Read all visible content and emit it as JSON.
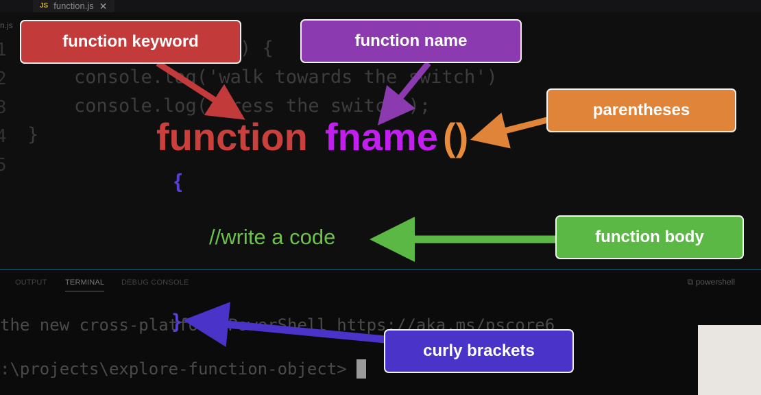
{
  "editor": {
    "tab_js_icon": "JS",
    "tab_filename": "function.js",
    "tab_close": "✕",
    "breadcrumb": "n.js",
    "line_numbers": [
      "1",
      "2",
      "3",
      "4",
      "5"
    ],
    "code_line1_tail": ") {",
    "code_line2": "console.log('walk towards the switch')",
    "code_line3": "console.log('press the switch');",
    "code_line4": "}"
  },
  "overlay": {
    "keyword": "function",
    "name": "fname",
    "parens": "()",
    "open_brace": "{",
    "comment": "//write a code",
    "close_brace": "}",
    "labels": {
      "function_keyword": "function keyword",
      "function_name": "function name",
      "parentheses": "parentheses",
      "function_body": "function body",
      "curly_brackets": "curly brackets"
    },
    "colors": {
      "keyword": "#c9403c",
      "name": "#c21ef0",
      "parens": "#e88b3a",
      "brace": "#5a3fd6",
      "comment": "#6cc24a",
      "label_keyword": "#c23a3a",
      "label_name": "#8b3ab0",
      "label_parens": "#e0843a",
      "label_body": "#5cb845",
      "label_brackets": "#4a33c9"
    }
  },
  "panel": {
    "tabs": [
      "OUTPUT",
      "TERMINAL",
      "DEBUG CONSOLE"
    ],
    "shell": "powershell",
    "terminal_line1": "the new cross-platform PowerShell https://aka.ms/pscore6",
    "terminal_line2": ":\\projects\\explore-function-object>"
  }
}
